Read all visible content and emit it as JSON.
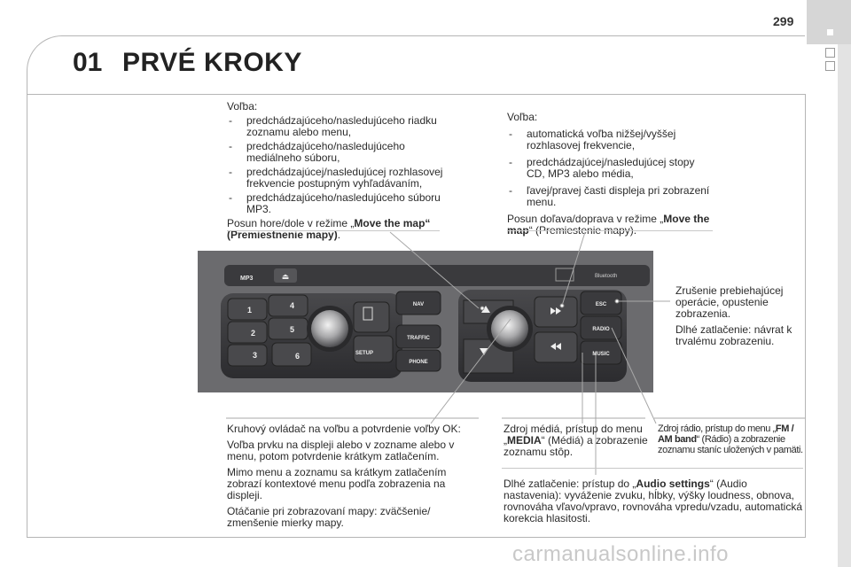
{
  "page": {
    "number": "299",
    "chapter_number": "01",
    "chapter_title": "PRVÉ KROKY"
  },
  "block_top_left": {
    "heading": "Voľba:",
    "items": [
      "predchádzajúceho/nasledujúceho riadku zoznamu alebo menu,",
      "predchádzajúceho/nasledujúceho mediálneho súboru,",
      "predchádzajúcej/nasledujúcej rozhlasovej frekvencie postupným vyhľadávaním,",
      "predchádzajúceho/nasledujúceho súboru MP3."
    ],
    "move_prefix": "Posun hore/dole v režime „",
    "move_bold": "Move the map“ (Premiestnenie mapy)",
    "move_suffix": "."
  },
  "block_top_right": {
    "heading": "Voľba:",
    "items": [
      "automatická voľba nižšej/vyššej rozhlasovej frekvencie,",
      "predchádzajúcej/nasledujúcej stopy CD, MP3 alebo média,",
      "ľavej/pravej časti displeja pri zobrazení menu."
    ],
    "move_prefix": "Posun doľava/doprava v režime „",
    "move_bold": "Move the map",
    "move_suffix": "“ (Premiestenie mapy)."
  },
  "block_esc": {
    "p1": "Zrušenie prebiehajúcej operácie, opustenie zobrazenia.",
    "p2": "Dlhé zatlačenie: návrat k trvalému zobrazeniu."
  },
  "block_knob": {
    "p1": "Kruhový ovládač na voľbu a potvrdenie voľby OK:",
    "p2": "Voľba prvku na displeji alebo v zozname alebo v menu, potom potvrdenie krátkym zatlačením.",
    "p3": "Mimo menu a zoznamu sa krátkym zatlačením zobrazí kontextové menu podľa zobrazenia na displeji.",
    "p4": "Otáčanie pri zobrazovaní mapy: zväčšenie/ zmenšenie mierky mapy."
  },
  "block_media": {
    "prefix": "Zdroj médiá, prístup do menu „",
    "bold": "MEDIA",
    "suffix": "“ (Médiá) a zobrazenie zoznamu stôp."
  },
  "block_radio": {
    "prefix": "Zdroj rádio, prístup do menu „",
    "bold": "FM / AM band",
    "suffix": "“ (Rádio) a zobrazenie zoznamu staníc uložených v pamäti."
  },
  "block_music": {
    "prefix": "Dlhé zatlačenie: prístup do „",
    "bold": "Audio settings",
    "suffix": "“ (Audio nastavenia): vyváženie zvuku, hĺbky, výšky loudness, obnova, rovnováha vľavo/vpravo, rovnováha vpredu/vzadu, automatická korekcia hlasitosti."
  },
  "panel": {
    "mp3": "MP3",
    "eject": "⏏",
    "bluetooth": "Bluetooth",
    "buttons": [
      "1",
      "4",
      "2",
      "5",
      "3",
      "6"
    ],
    "setup": "SETUP",
    "nav": "NAV",
    "traffic": "TRAFFIC",
    "phone": "PHONE",
    "esc": "ESC",
    "radio": "RADIO",
    "music": "MUSIC"
  },
  "watermark": "carmanualsonline.info"
}
